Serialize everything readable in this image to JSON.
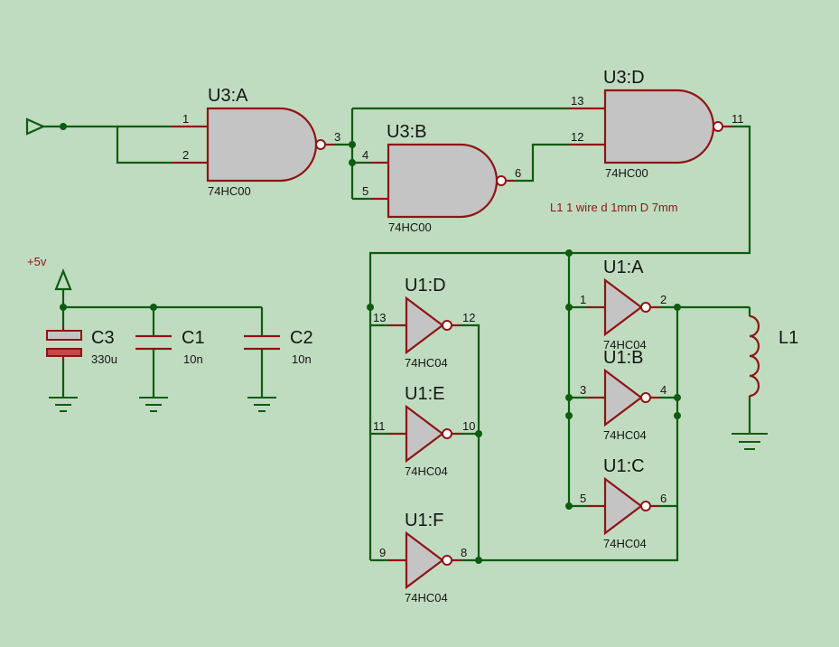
{
  "components": {
    "u3a": {
      "ref": "U3:A",
      "part": "74HC00",
      "pins": [
        "1",
        "2",
        "3"
      ]
    },
    "u3b": {
      "ref": "U3:B",
      "part": "74HC00",
      "pins": [
        "4",
        "5",
        "6"
      ]
    },
    "u3d": {
      "ref": "U3:D",
      "part": "74HC00",
      "pins": [
        "13",
        "12",
        "11"
      ]
    },
    "u1a": {
      "ref": "U1:A",
      "part": "74HC04",
      "pins": [
        "1",
        "2"
      ]
    },
    "u1b": {
      "ref": "U1:B",
      "part": "74HC04",
      "pins": [
        "3",
        "4"
      ]
    },
    "u1c": {
      "ref": "U1:C",
      "part": "74HC04",
      "pins": [
        "5",
        "6"
      ]
    },
    "u1d": {
      "ref": "U1:D",
      "part": "74HC04",
      "pins": [
        "13",
        "12"
      ]
    },
    "u1e": {
      "ref": "U1:E",
      "part": "74HC04",
      "pins": [
        "11",
        "10"
      ]
    },
    "u1f": {
      "ref": "U1:F",
      "part": "74HC04",
      "pins": [
        "9",
        "8"
      ]
    },
    "c3": {
      "ref": "C3",
      "value": "330u"
    },
    "c1": {
      "ref": "C1",
      "value": "10n"
    },
    "c2": {
      "ref": "C2",
      "value": "10n"
    },
    "l1": {
      "ref": "L1"
    }
  },
  "power_label": "+5v",
  "note": "L1 1 wire d 1mm D 7mm",
  "colors": {
    "background": "#c0dcc0",
    "wire": "#0e5c10",
    "component": "#8e1414",
    "body": "#c4c4c4"
  }
}
